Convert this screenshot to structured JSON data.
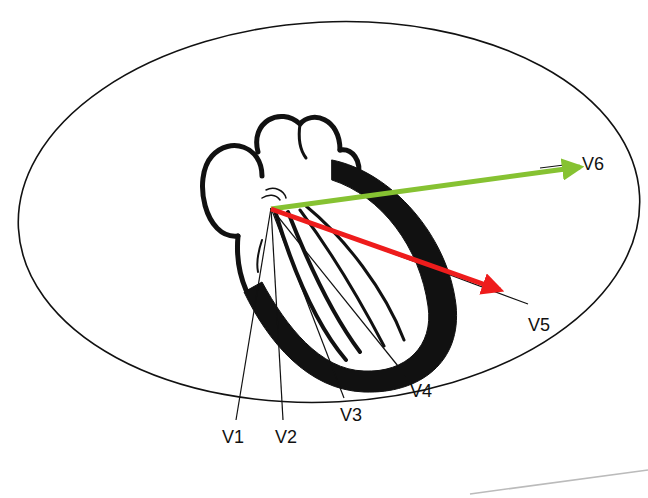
{
  "diagram": {
    "labels": [
      "V1",
      "V2",
      "V3",
      "V4",
      "V5",
      "V6"
    ]
  }
}
